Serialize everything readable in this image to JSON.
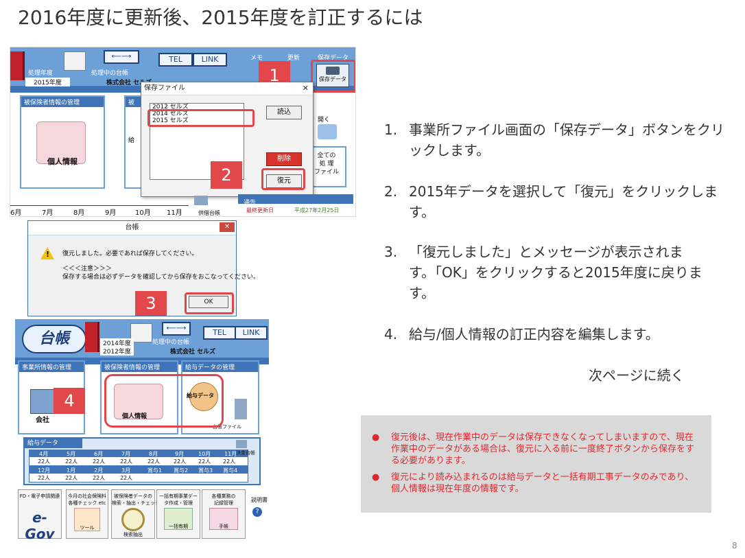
{
  "slide": {
    "title": "2016年度に更新後、2015年度を訂正するには",
    "page_number": "8",
    "continue_text": "次ページに続く"
  },
  "steps": [
    {
      "num": "1.",
      "text": "事業所ファイル画面の「保存データ」ボタンをクリックします。"
    },
    {
      "num": "2.",
      "text": "2015年データを選択して「復元」をクリックします。"
    },
    {
      "num": "3.",
      "text": "「復元しました」とメッセージが表示されます。「OK」をクリックすると2015年度に戻ります。"
    },
    {
      "num": "4.",
      "text": "給与/個人情報の訂正内容を編集します。"
    }
  ],
  "notes": [
    {
      "bullet": "●",
      "text": "復元後は、現在作業中のデータは保存できなくなってしまいますので、現在作業中のデータがある場合は、復元に入る前に一度終了ボタンから保存をする必要があります。"
    },
    {
      "bullet": "●",
      "text": "復元により読み込まれるのは給与データと一括有期工事データのみであり、個人情報は現在年度の情報です。"
    }
  ],
  "colors": {
    "accent_red": "#e2474b",
    "note_red": "#e0282e",
    "note_bg": "#d9d9d9",
    "app_blue": "#6ea0d8"
  },
  "shot1": {
    "tel": "TEL",
    "link": "LINK",
    "arrows": "⟵⟶",
    "fiscal_label": "処理年度",
    "fiscal_value": "2015年度",
    "ledger_label": "処理中の台帳",
    "company": "株式会社 セルズ",
    "menu_memo": "メモ",
    "menu_update": "更新",
    "menu_saved": "保存データ",
    "save_button": "保存データ",
    "panel_insured": "被保険者情報の管理",
    "panel_insured_short": "被",
    "personal_info": "個人情報",
    "salary_short": "給",
    "open_label": "開く",
    "all_files": "全ての\n処 理\nファイル",
    "dialog_title": "保存ファイル",
    "dialog_close": "✕",
    "list_items": [
      "2012 セルズ",
      "2014 セルズ",
      "2015 セルズ"
    ],
    "load_button": "読込",
    "delete_button": "削除",
    "restore_button": "復元",
    "badge1": "1",
    "badge2": "2",
    "ledger_small": "供借台帳",
    "notice_label": "通告",
    "last_update": "最終更新日",
    "last_update_value": "平成27年2月25日",
    "months": [
      "6月",
      "7月",
      "8月",
      "9月",
      "10月",
      "11月"
    ]
  },
  "shot2": {
    "title": "台帳",
    "close": "✕",
    "line1": "復元しました。必要であれば保存してください。",
    "line2": "＜＜＜注意＞＞＞",
    "line3": "保存する場合は必ずデータを確認してから保存をおこなってください。",
    "ok": "OK",
    "badge3": "3"
  },
  "shot3": {
    "logo": "台帳",
    "tel": "TEL",
    "link": "LINK",
    "arrows": "⟵⟶",
    "year1": "2014年度",
    "year2": "2012年度",
    "ledger_label": "処理中の台帳",
    "company": "株式会社 セルズ",
    "panel_office": "事業所情報の管理",
    "panel_insured": "被保険者情報の管理",
    "panel_salary": "給与データの管理",
    "office_icon_label": "会社",
    "personal_info": "個人情報",
    "salary_data": "給与データ",
    "saved_file": "台帳ファイル",
    "badge4": "4",
    "salary_head": "給与データ",
    "ledger_small": "決金台帳",
    "row1_months": [
      "4月",
      "5月",
      "6月",
      "7月",
      "8月",
      "9月",
      "10月",
      "11月"
    ],
    "row2_months": [
      "12月",
      "1月",
      "2月",
      "3月",
      "賞与1",
      "賞与2",
      "賞与3",
      "賞与4"
    ],
    "people": "22人",
    "apps": [
      {
        "top": "FD・電子申請関連",
        "label": "e-Gov"
      },
      {
        "top": "今月の社会保険料\n各種チェック etc",
        "label": "ツール"
      },
      {
        "top": "被保険者データの\n検索・抽出・チェック",
        "label": "検索抽出"
      },
      {
        "top": "一括有期事業デー\nタ作成・管理",
        "label": "一括有期"
      },
      {
        "top": "各種業務の\n記録管理",
        "label": "手帳"
      }
    ],
    "manual": "説明書"
  }
}
